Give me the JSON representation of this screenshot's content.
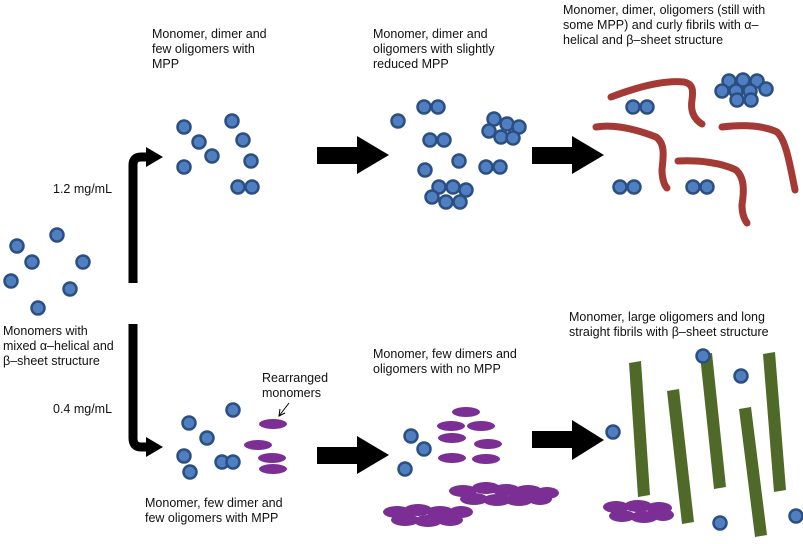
{
  "labels": {
    "top_stage1": [
      "Monomer, dimer and",
      "few oligomers with",
      "MPP"
    ],
    "top_stage2": [
      "Monomer, dimer and",
      "oligomers with slightly",
      "reduced MPP"
    ],
    "top_stage3": [
      "Monomer, dimer, oligomers (still with",
      "some MPP) and curly fibrils with α–",
      "helical and β–sheet structure"
    ],
    "start": [
      "Monomers with",
      "mixed α–helical and",
      "β–sheet structure"
    ],
    "conc_high": "1.2 mg/mL",
    "conc_low": "0.4 mg/mL",
    "rearranged": [
      "Rearranged",
      "monomers"
    ],
    "bottom_stage1": [
      "Monomer, few  dimer and",
      "few oligomers with MPP"
    ],
    "bottom_stage2": [
      "Monomer, few  dimers and",
      "oligomers with no MPP"
    ],
    "bottom_stage3": [
      "Monomer, large oligomers and long",
      "straight fibrils with β–sheet structure"
    ]
  },
  "colors": {
    "monomer_fill": "#4f7fc0",
    "monomer_stroke": "#2b4f82",
    "curly_fibril": "#a33a36",
    "straight_fibril": "#4f6a28",
    "rearranged_monomer": "#7b2f95",
    "arrow": "#000000"
  }
}
